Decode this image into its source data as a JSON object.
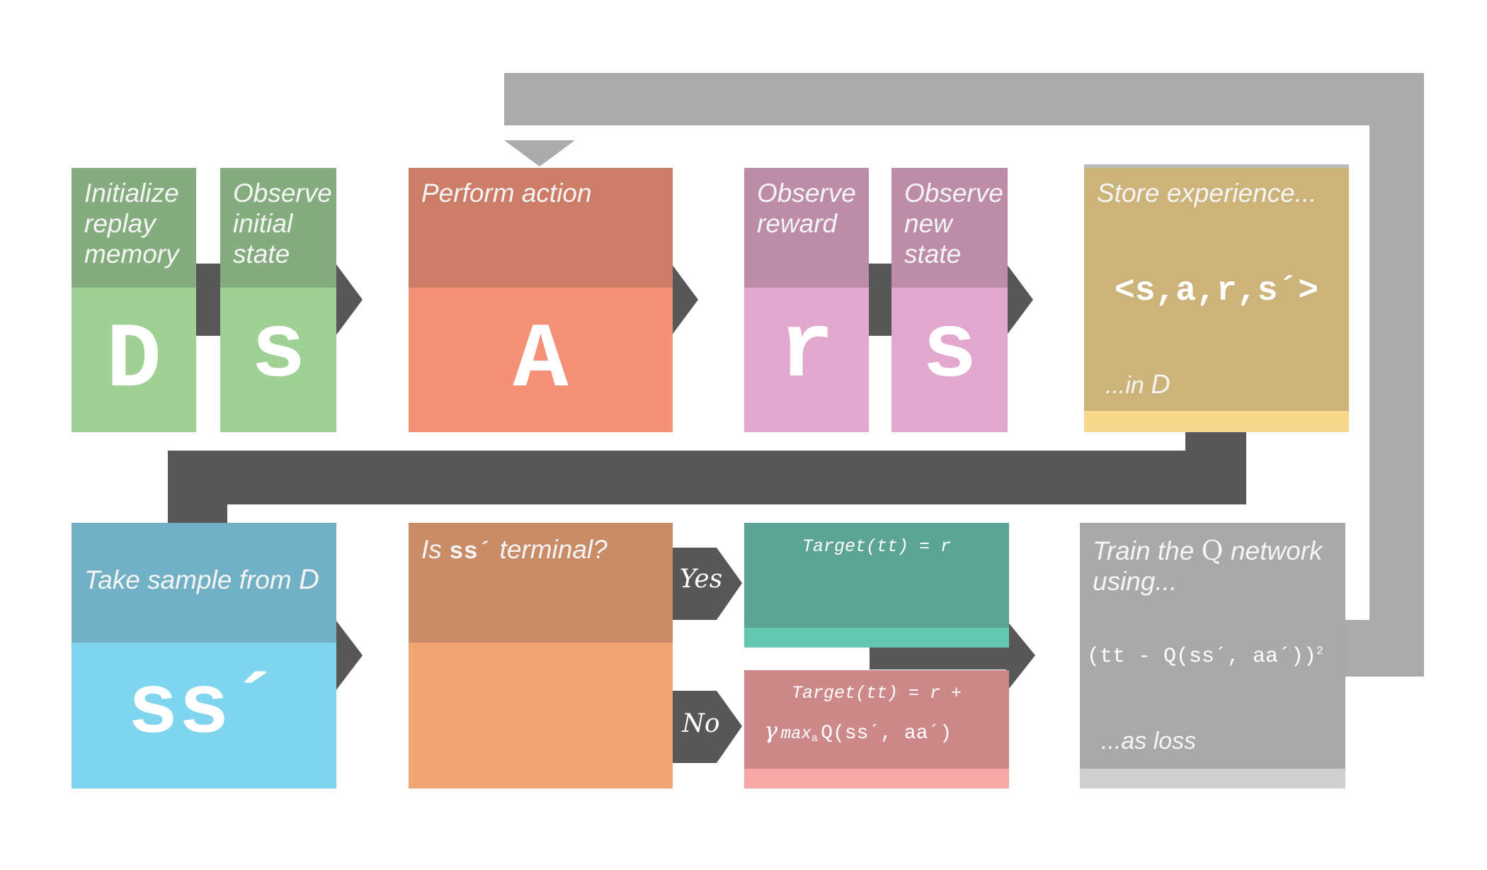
{
  "colors": {
    "connector_dark": "#575757",
    "connector_gray": "#ababab",
    "green_dark": "#85ac7e",
    "green_light": "#9ed193",
    "orange_dark": "#cd7c67",
    "orange_light": "#f49178",
    "purple_dark": "#bc8ca8",
    "purple_light": "#e2a8cd",
    "gold_dark": "#ccb379",
    "gold_light": "#f8d88c",
    "blue_dark": "#72b0c5",
    "blue_light": "#7fd4ee",
    "brown_dark": "#c98c67",
    "brown_light": "#f0a572",
    "teal_dark": "#5ca595",
    "teal_light": "#63c7b1",
    "rose_dark": "#cd8989",
    "rose_light": "#f6a8a8",
    "gray_dark": "#a9a9a9",
    "gray_light": "#cfcfcf"
  },
  "steps": {
    "init_memory": {
      "label": "Initialize\nreplay\nmemory",
      "symbol": "D"
    },
    "observe_initial": {
      "label": "Observe\ninitial\nstate",
      "symbol": "s"
    },
    "perform_action": {
      "label": "Perform action",
      "symbol": "A"
    },
    "observe_reward": {
      "label": "Observe\nreward",
      "symbol": "r"
    },
    "observe_new": {
      "label": "Observe\nnew\nstate",
      "symbol": "s"
    },
    "store": {
      "label": "Store experience...",
      "tuple": "<s,a,r,s´>",
      "footer_prefix": "...in ",
      "footer_symbol": "D"
    },
    "sample": {
      "label": "Take sample from ",
      "label_symbol": "D",
      "symbol": "ss´"
    },
    "terminal": {
      "label_prefix": "Is ",
      "label_symbol": "ss´",
      "label_suffix": " terminal?"
    },
    "target_yes": {
      "formula": "Target(tt) = r"
    },
    "target_no": {
      "line1": "Target(tt) = r +",
      "gamma": "γ",
      "max": "max",
      "max_sub": "a",
      "q_term": "Q(ss´, aa´)"
    },
    "train": {
      "label_prefix": "Train the ",
      "label_symbol": "Q",
      "label_suffix": " network\nusing...",
      "loss": "(tt - Q(ss´, aa´))",
      "loss_power": "2",
      "footer": "...as loss"
    }
  },
  "branches": {
    "yes": "Yes",
    "no": "No"
  }
}
